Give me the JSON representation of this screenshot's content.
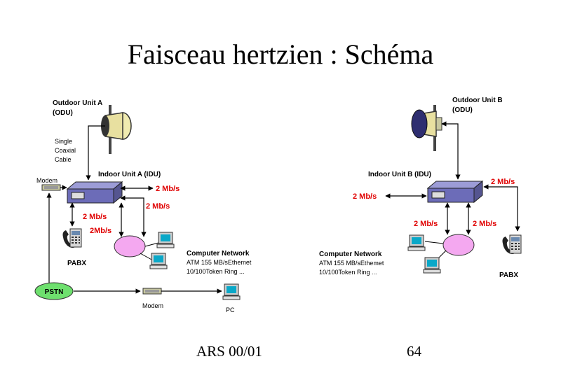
{
  "slide": {
    "title": "Faisceau hertzien : Schéma"
  },
  "left": {
    "odu_title": "Outdoor Unit A",
    "odu_abbr": "(ODU)",
    "cable": [
      "Single",
      "Coaxial",
      "Cable"
    ],
    "idu": "Indoor Unit A (IDU)",
    "modem": "Modem",
    "rate_right": "2 Mb/s",
    "rate_center": "2 Mb/s",
    "rate_pabx": "2 Mb/s",
    "rate_pabx2": "2Mb/s",
    "pabx": "PABX",
    "network_title": "Computer Network",
    "network_line1": "ATM 155 MB/sEthemet",
    "network_line2": "10/100Token Ring     ...",
    "pstn": "PSTN",
    "modem_bottom": "Modem",
    "pc": "PC"
  },
  "right": {
    "odu_title": "Outdoor Unit B",
    "odu_abbr": "(ODU)",
    "idu": "Indoor Unit B (IDU)",
    "rate_top": "2 Mb/s",
    "rate_left": "2 Mb/s",
    "rate_net": "2 Mb/s",
    "rate_pabx": "2 Mb/s",
    "network_title": "Computer Network",
    "network_line1": "ATM 155 MB/sEthemet",
    "network_line2": "10/100Token Ring     ...",
    "pabx": "PABX"
  },
  "footer": {
    "left": "ARS 00/01",
    "right": "64"
  }
}
